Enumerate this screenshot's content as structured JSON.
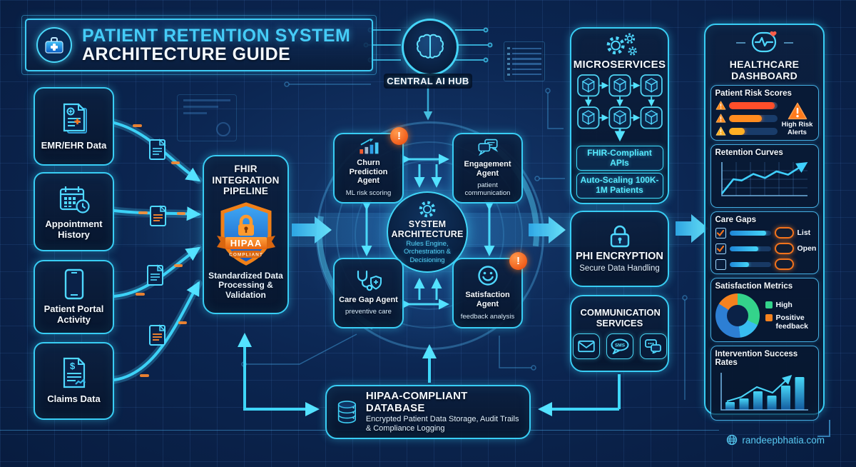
{
  "title_block": {
    "line1": "PATIENT RETENTION SYSTEM",
    "line2": "ARCHITECTURE GUIDE"
  },
  "central_hub": {
    "label": "CENTRAL AI HUB"
  },
  "data_sources": [
    {
      "label": "EMR/EHR Data",
      "icon": "medical-record-icon"
    },
    {
      "label": "Appointment History",
      "icon": "calendar-clock-icon"
    },
    {
      "label": "Patient Portal Activity",
      "icon": "tablet-icon"
    },
    {
      "label": "Claims Data",
      "icon": "claims-document-icon"
    }
  ],
  "fhir_pipeline": {
    "title": "FHIR INTEGRATION PIPELINE",
    "badge_line1": "HIPAA",
    "badge_line2": "COMPLIANT",
    "subtitle": "Standardized Data Processing & Validation"
  },
  "core": {
    "title": "SYSTEM ARCHITECTURE",
    "subtitle": "Rules Engine, Orchestration & Decisioning",
    "agents": [
      {
        "name": "Churn Prediction Agent",
        "sub": "ML risk scoring",
        "alert": true,
        "icon": "bar-chart-growth-icon"
      },
      {
        "name": "Engagement Agent",
        "sub": "patient communication",
        "alert": false,
        "icon": "chat-bubbles-icon"
      },
      {
        "name": "Care Gap Agent",
        "sub": "preventive care",
        "alert": false,
        "icon": "stethoscope-shield-icon"
      },
      {
        "name": "Satisfaction Agent",
        "sub": "feedback analysis",
        "alert": true,
        "icon": "smiley-icon"
      }
    ]
  },
  "microservices": {
    "title": "MICROSERVICES",
    "pill1": "FHIR-Compliant APIs",
    "pill2": "Auto-Scaling 100K-1M Patients"
  },
  "phi_encryption": {
    "title": "PHI ENCRYPTION",
    "subtitle": "Secure Data Handling"
  },
  "communication_services": {
    "title": "COMMUNICATION SERVICES",
    "channels": [
      "email",
      "sms",
      "chat"
    ],
    "sms_label": "SMS"
  },
  "database": {
    "title": "HIPAA-COMPLIANT DATABASE",
    "subtitle": "Encrypted Patient Data Storage, Audit Trails & Compliance Logging"
  },
  "dashboard": {
    "title": "HEALTHCARE DASHBOARD",
    "patient_risk_scores": {
      "title": "Patient Risk Scores",
      "alert_label": "High Risk Alerts",
      "type": "bar",
      "bars": [
        {
          "value": 95,
          "color": "#ff4e2a"
        },
        {
          "value": 68,
          "color": "#ff8c1f"
        },
        {
          "value": 33,
          "color": "#ffb024"
        }
      ]
    },
    "retention_curves": {
      "title": "Retention Curves",
      "type": "line",
      "points_pct": [
        [
          0,
          6
        ],
        [
          14,
          50
        ],
        [
          24,
          46
        ],
        [
          38,
          66
        ],
        [
          52,
          54
        ],
        [
          66,
          74
        ],
        [
          80,
          64
        ],
        [
          100,
          96
        ]
      ]
    },
    "care_gaps": {
      "title": "Care Gaps",
      "rows": [
        {
          "checked": true,
          "progress": 88,
          "label": "List"
        },
        {
          "checked": true,
          "progress": 70,
          "label": "Open"
        },
        {
          "checked": false,
          "progress": 48,
          "label": ""
        }
      ]
    },
    "satisfaction_metrics": {
      "title": "Satisfaction Metrics",
      "type": "donut",
      "segments": [
        {
          "label": "High",
          "color": "#34d38b",
          "pct": 32
        },
        {
          "label": "",
          "color": "#38bdf0",
          "pct": 16
        },
        {
          "label": "",
          "color": "#2d7fd4",
          "pct": 36
        },
        {
          "label": "Positive feedback",
          "color": "#f5821f",
          "pct": 16
        }
      ],
      "legend": [
        {
          "label": "High",
          "color": "#34d38b"
        },
        {
          "label": "Positive feedback",
          "color": "#f5821f"
        }
      ]
    },
    "intervention_success_rates": {
      "title": "Intervention Success Rates",
      "type": "bar",
      "values_pct": [
        22,
        32,
        52,
        40,
        68,
        92
      ]
    }
  },
  "watermark": "randeepbhatia.com",
  "colors": {
    "accent_cyan": "#38d4f8",
    "deep_navy": "#0a2148",
    "alert_orange": "#f5701e",
    "alert_red": "#ff4e2a",
    "badge_orange": "#f08018",
    "white": "#f4faff"
  }
}
